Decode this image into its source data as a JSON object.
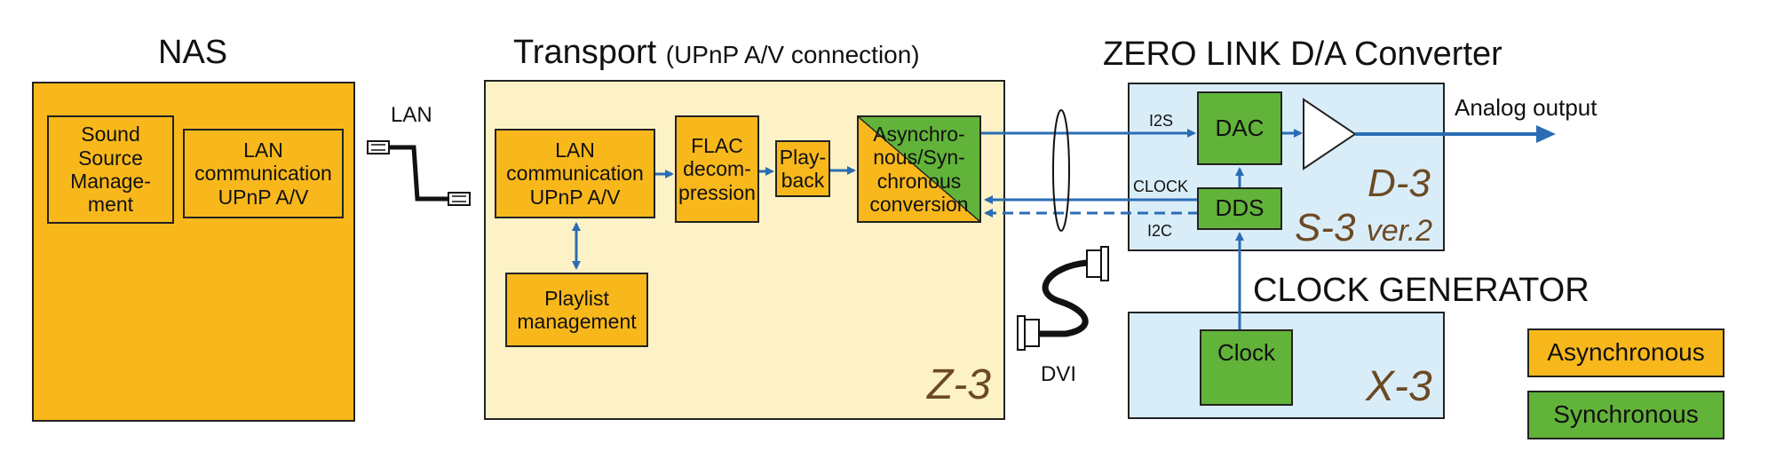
{
  "nas": {
    "title": "NAS",
    "blocks": {
      "sound_source": "Sound Source Manage-ment",
      "lan": "LAN communication UPnP A/V"
    }
  },
  "lan_label": "LAN",
  "transport": {
    "title": "Transport",
    "subtitle": "(UPnP A/V connection)",
    "model": "Z-3",
    "blocks": {
      "lan": "LAN communication UPnP A/V",
      "flac": "FLAC decom-pression",
      "playback": "Play-back",
      "asyncsync": "Asynchro-nous/Syn-chronous conversion",
      "playlist": "Playlist management"
    }
  },
  "dvi_label": "DVI",
  "dac_section": {
    "title": "ZERO  LINK  D/A Converter",
    "dac": "DAC",
    "dds": "DDS",
    "i2s": "I2S",
    "clock_signal": "CLOCK",
    "i2c": "I2C",
    "model_top": "D-3",
    "model_bottom": "S-3",
    "model_bottom_suffix": "ver.2",
    "analog_output": "Analog output"
  },
  "clock_generator": {
    "title": "CLOCK  GENERATOR",
    "block": "Clock",
    "model": "X-3"
  },
  "legend": {
    "async": "Asynchronous",
    "sync": "Synchronous"
  },
  "colors": {
    "async": "#f8b81c",
    "sync": "#62b33a",
    "transport_bg": "#fdf2c7",
    "dac_bg": "#d9edf9",
    "arrow": "#2a6db5",
    "model_text": "#6b4a22"
  }
}
